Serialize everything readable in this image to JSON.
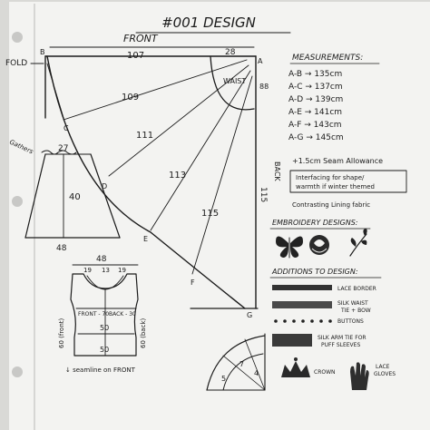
{
  "title": "#001 DESIGN",
  "pattern": {
    "front_label": "FRONT",
    "fold_label": "FOLD",
    "top_measure": "107",
    "waist_width": "28",
    "waist_label": "WAIST",
    "waist_drop": "88",
    "back_label": "BACK",
    "back_length": "115",
    "radial_measures": [
      "109",
      "111",
      "113",
      "115"
    ],
    "points": [
      "A",
      "B",
      "C",
      "D",
      "E",
      "F",
      "G"
    ]
  },
  "measurements": {
    "heading": "MEASUREMENTS:",
    "items": [
      "A-B → 135cm",
      "A-C → 137cm",
      "A-D → 139cm",
      "A-E → 141cm",
      "A-F → 143cm",
      "A-G → 145cm"
    ]
  },
  "notes": [
    "+1.5cm Seam Allowance",
    "Interfacing for shape/",
    "warmth if winter themed",
    "Contrasting Lining fabric"
  ],
  "embroidery": {
    "heading": "EMBROIDERY DESIGNS:",
    "icons": [
      "butterfly-icon",
      "rose-icon",
      "sprig-icon"
    ]
  },
  "additions": {
    "heading": "ADDITIONS TO DESIGN:",
    "items": [
      "LACE BORDER",
      "SILK WAIST",
      "TIE + BOW",
      "BUTTONS",
      "SILK ARM TIE FOR",
      "PUFF SLEEVES",
      "CROWN",
      "LACE",
      "GLOVES"
    ]
  },
  "sleeve": {
    "gathers_label": "Gathers",
    "top_width": "27",
    "length": "40",
    "bottom_width": "48"
  },
  "bodice": {
    "top_width": "48",
    "strap_measures": [
      "19",
      "13",
      "19"
    ],
    "front_label": "FRONT - 70",
    "back_label": "BACK - 30",
    "front_side": "60 (front)",
    "back_side": "60 (back)",
    "waist_measure": "50",
    "hem_measure": "50",
    "caption": "↓ seamline on FRONT"
  },
  "hem": {
    "measures": [
      "5",
      "7",
      "4"
    ]
  }
}
